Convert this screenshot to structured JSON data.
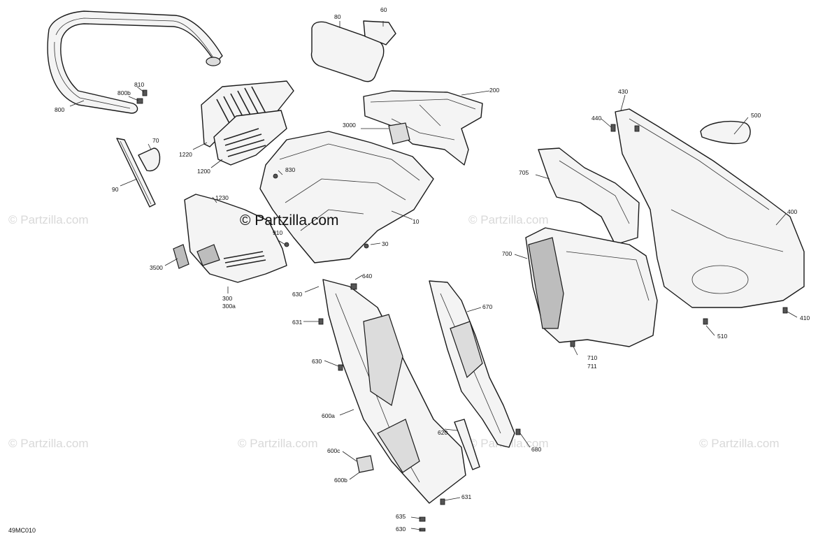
{
  "diagram_code": "49MC010",
  "watermark": "© Partzilla.com",
  "callouts": {
    "c10": "10",
    "c30": "30",
    "c60": "60",
    "c70": "70",
    "c80": "80",
    "c90": "90",
    "c200": "200",
    "c300": "300",
    "c300a": "300a",
    "c400": "400",
    "c410": "410",
    "c430": "430",
    "c440": "440",
    "c500": "500",
    "c510": "510",
    "c600a": "600a",
    "c600b": "600b",
    "c600c": "600c",
    "c620": "620",
    "c630a": "630",
    "c630b": "630",
    "c630c": "630",
    "c631a": "631",
    "c631b": "631",
    "c635": "635",
    "c640": "640",
    "c670": "670",
    "c680": "680",
    "c700": "700",
    "c705": "705",
    "c710": "710",
    "c711": "711",
    "c800": "800",
    "c800b": "800b",
    "c810": "810",
    "c830": "830",
    "c910": "910",
    "c1200": "1200",
    "c1220": "1220",
    "c1230": "1230",
    "c3000": "3000",
    "c3500": "3500"
  }
}
